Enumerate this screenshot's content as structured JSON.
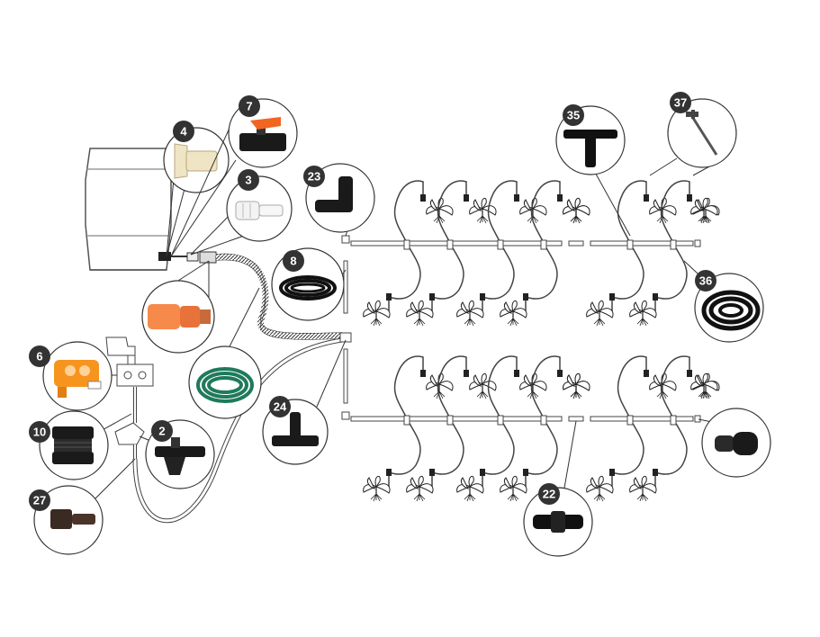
{
  "diagram": {
    "parts": [
      {
        "id": "barrel",
        "number": "",
        "icon": "water-barrel-icon"
      },
      {
        "id": "p4",
        "number": "4",
        "icon": "barrel-adapter-icon"
      },
      {
        "id": "p7",
        "number": "7",
        "icon": "ball-valve-icon"
      },
      {
        "id": "p3",
        "number": "3",
        "icon": "hose-connector-icon"
      },
      {
        "id": "p23",
        "number": "23",
        "icon": "elbow-fitting-icon"
      },
      {
        "id": "p8",
        "number": "8",
        "icon": "tubing-coil-icon"
      },
      {
        "id": "p6",
        "number": "6",
        "icon": "water-timer-icon"
      },
      {
        "id": "p10",
        "number": "10",
        "icon": "threaded-adapter-icon"
      },
      {
        "id": "p2",
        "number": "2",
        "icon": "filter-icon"
      },
      {
        "id": "p27",
        "number": "27",
        "icon": "hose-adapter-icon"
      },
      {
        "id": "p24",
        "number": "24",
        "icon": "tee-connector-icon"
      },
      {
        "id": "p35",
        "number": "35",
        "icon": "tee-barb-icon"
      },
      {
        "id": "p37",
        "number": "37",
        "icon": "dripper-stake-icon"
      },
      {
        "id": "p36",
        "number": "36",
        "icon": "micro-tubing-coil-icon"
      },
      {
        "id": "p22",
        "number": "22",
        "icon": "straight-connector-icon"
      },
      {
        "id": "endcap",
        "number": "",
        "icon": "end-cap-icon"
      },
      {
        "id": "hose-reel",
        "number": "",
        "icon": "garden-hose-icon"
      },
      {
        "id": "quick-connect",
        "number": "",
        "icon": "quick-connector-icon"
      },
      {
        "id": "tap",
        "number": "",
        "icon": "water-tap-icon"
      }
    ],
    "colors": {
      "badge": "#333333",
      "line": "#333333",
      "valve_handle": "#f26522",
      "timer_body": "#f7941d",
      "hose_green": "#1f7a5c",
      "connector_orange": "#f58a4b",
      "fitting_black": "#1a1a1a",
      "plant": "#222222"
    }
  }
}
